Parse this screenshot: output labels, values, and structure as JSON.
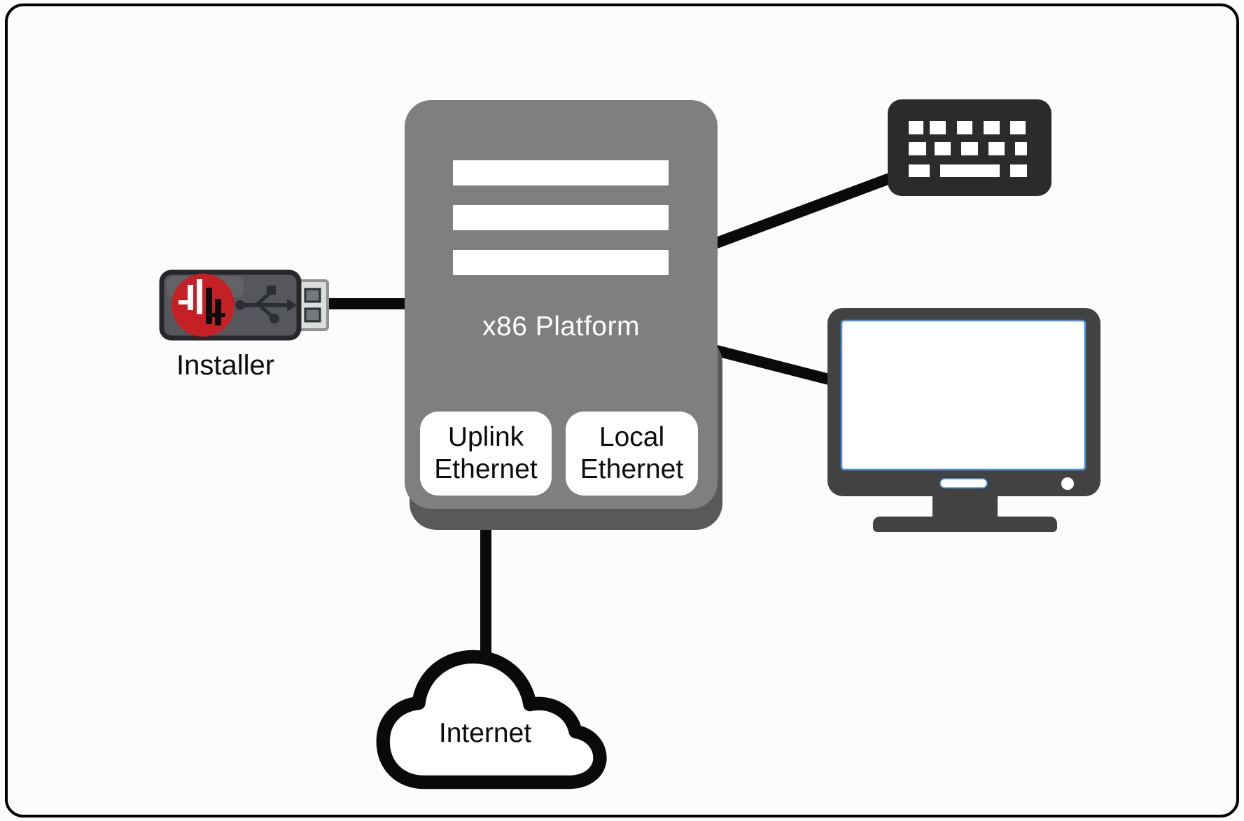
{
  "diagram": {
    "installer": {
      "label": "Installer",
      "icon": "usb-flash-drive-icon"
    },
    "platform": {
      "label": "x86 Platform",
      "vent_slots": 3,
      "ports": [
        {
          "label": "Uplink Ethernet"
        },
        {
          "label": "Local Ethernet"
        }
      ]
    },
    "peripherals": [
      {
        "icon": "keyboard-icon"
      },
      {
        "icon": "monitor-icon"
      }
    ],
    "internet": {
      "label": "Internet",
      "icon": "cloud-icon"
    },
    "connections": [
      {
        "from": "installer-usb",
        "to": "x86-platform"
      },
      {
        "from": "x86-platform",
        "to": "keyboard"
      },
      {
        "from": "x86-platform",
        "to": "monitor"
      },
      {
        "from": "uplink-ethernet-port",
        "to": "internet-cloud"
      }
    ]
  },
  "colors": {
    "bg": "#fcfcfc",
    "line_black": "#0a0a0a",
    "platform_gray": "#7f7f7f",
    "platform_shadow": "#58595b",
    "device_dark": "#2b2b2b",
    "monitor_dark": "#424242",
    "screen_border_blue": "#4a90e2",
    "logo_red": "#c52026",
    "port_bg": "#ffffff"
  }
}
